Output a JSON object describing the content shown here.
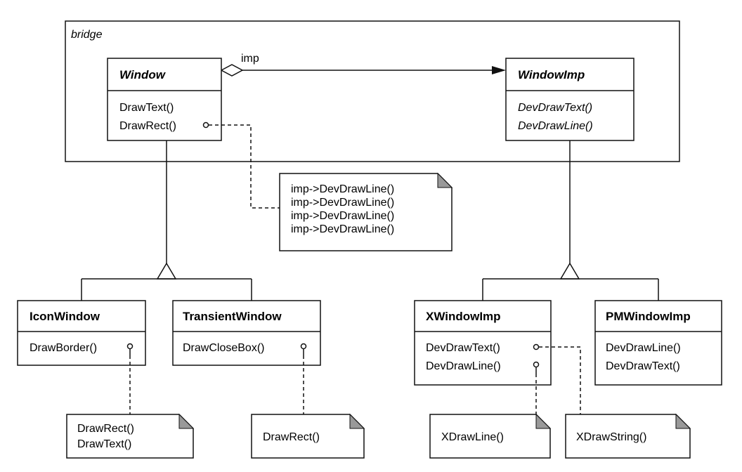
{
  "frame": {
    "label": "bridge"
  },
  "association": {
    "label": "imp"
  },
  "classes": {
    "window": {
      "name": "Window",
      "ops": [
        "DrawText()",
        "DrawRect()"
      ]
    },
    "windowimp": {
      "name": "WindowImp",
      "ops": [
        "DevDrawText()",
        "DevDrawLine()"
      ]
    },
    "iconwindow": {
      "name": "IconWindow",
      "ops": [
        "DrawBorder()"
      ]
    },
    "transientwindow": {
      "name": "TransientWindow",
      "ops": [
        "DrawCloseBox()"
      ]
    },
    "xwindowimp": {
      "name": "XWindowImp",
      "ops": [
        "DevDrawText()",
        "DevDrawLine()"
      ]
    },
    "pmwindowimp": {
      "name": "PMWindowImp",
      "ops": [
        "DevDrawLine()",
        "DevDrawText()"
      ]
    }
  },
  "notes": {
    "drawrect": [
      "imp->DevDrawLine()",
      "imp->DevDrawLine()",
      "imp->DevDrawLine()",
      "imp->DevDrawLine()"
    ],
    "drawborder": [
      "DrawRect()",
      "DrawText()"
    ],
    "drawclosebox": [
      "DrawRect()"
    ],
    "xdrawline": [
      "XDrawLine()"
    ],
    "xdrawstring": [
      "XDrawString()"
    ]
  }
}
